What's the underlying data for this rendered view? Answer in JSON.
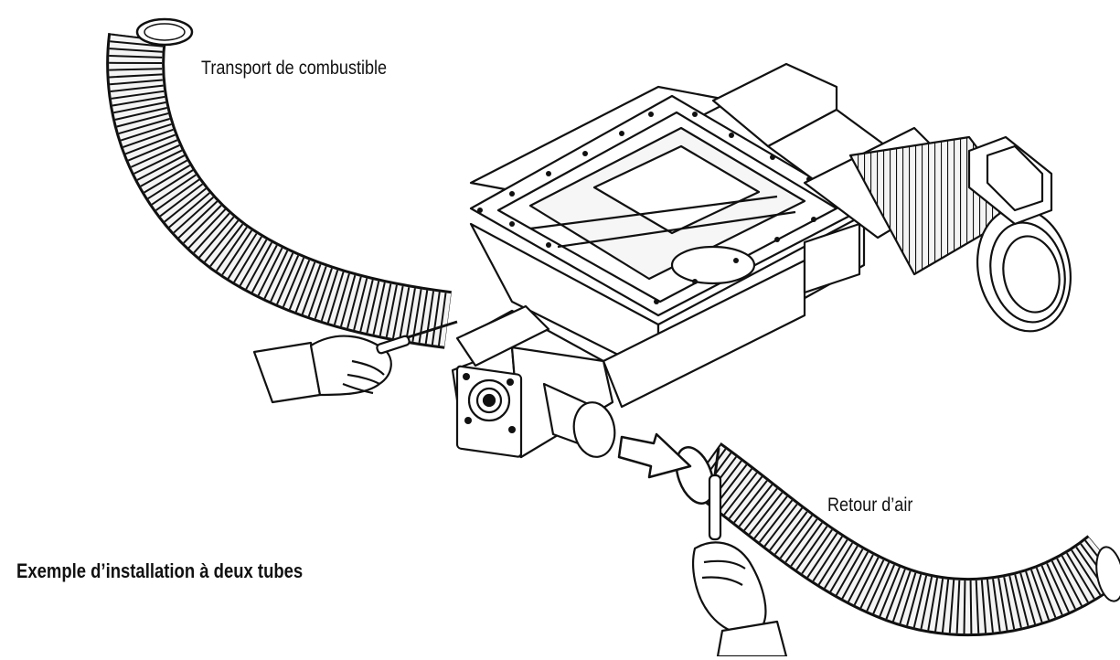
{
  "labels": {
    "fuel_transport": "Transport de combustible",
    "air_return": "Retour d’air",
    "caption": "Exemple d’installation à deux tubes"
  },
  "colors": {
    "ink": "#111111",
    "background": "#ffffff",
    "hose_fill": "#f4f4f4"
  },
  "icons": [
    "upper-hose-icon",
    "lower-hose-icon",
    "airlock-valve-icon",
    "motor-icon",
    "left-hand-icon",
    "right-hand-icon",
    "screwdriver-icon",
    "flow-arrow-icon"
  ]
}
